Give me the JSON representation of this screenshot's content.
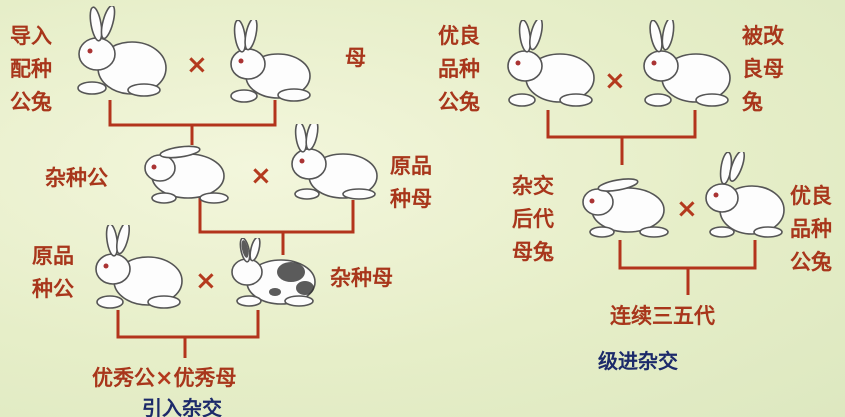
{
  "left": {
    "imported_sire": [
      "导入",
      "配种",
      "公兔"
    ],
    "dam": "母",
    "hybrid_sire": "杂种公",
    "original_dam": [
      "原品",
      "种母"
    ],
    "original_sire": [
      "原品",
      "种公"
    ],
    "hybrid_dam": "杂种母",
    "result": [
      "优秀公",
      "优秀母"
    ],
    "caption": "引入杂交"
  },
  "right": {
    "fine_sire": [
      "优良",
      "品种",
      "公兔"
    ],
    "improved_dam": [
      "被改",
      "良母",
      "兔"
    ],
    "cross_offspring_dam": [
      "杂交",
      "后代",
      "母兔"
    ],
    "fine_sire_2": [
      "优良",
      "品种",
      "公兔"
    ],
    "result": "连续三五代",
    "caption": "级进杂交"
  },
  "cross_symbol": "×",
  "colors": {
    "label": "#a8361b",
    "line": "#b3341c",
    "caption": "#1c2a6a"
  }
}
